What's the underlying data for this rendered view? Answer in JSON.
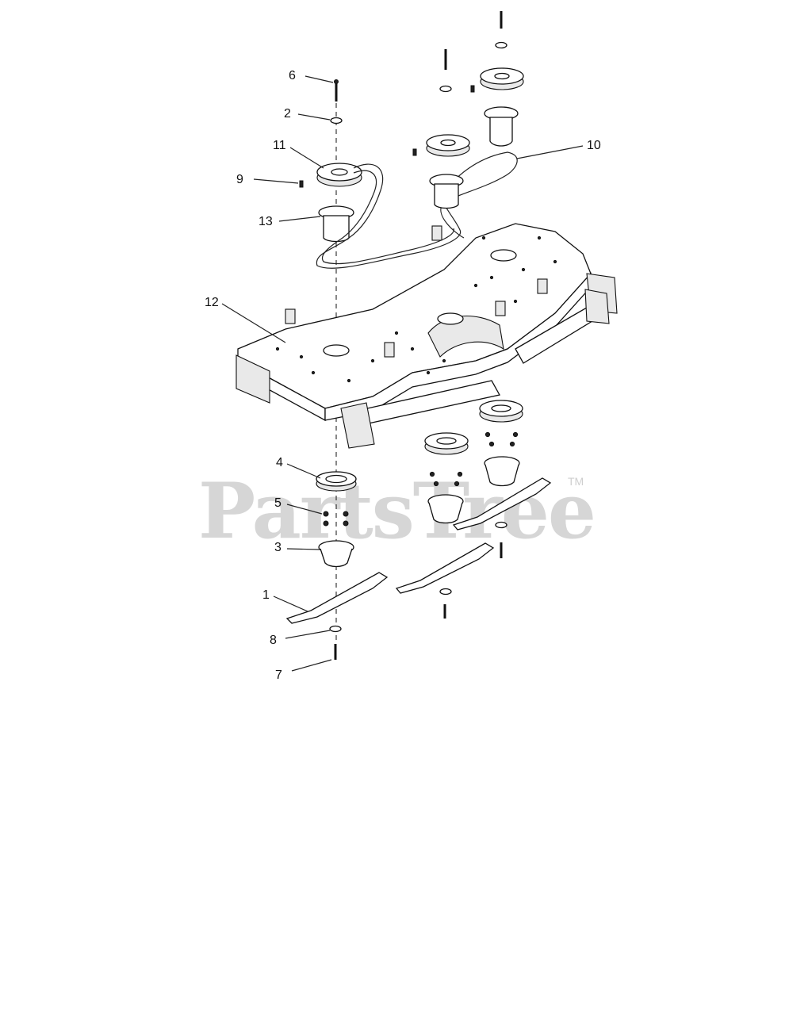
{
  "watermark": {
    "brand": "PartsTree",
    "trademark": "TM"
  },
  "callouts": [
    {
      "id": "1",
      "label": "1"
    },
    {
      "id": "2",
      "label": "2"
    },
    {
      "id": "3",
      "label": "3"
    },
    {
      "id": "4",
      "label": "4"
    },
    {
      "id": "5",
      "label": "5"
    },
    {
      "id": "6",
      "label": "6"
    },
    {
      "id": "7",
      "label": "7"
    },
    {
      "id": "8",
      "label": "8"
    },
    {
      "id": "9",
      "label": "9"
    },
    {
      "id": "10",
      "label": "10"
    },
    {
      "id": "11",
      "label": "11"
    },
    {
      "id": "12",
      "label": "12"
    },
    {
      "id": "13",
      "label": "13"
    }
  ],
  "colors": {
    "line": "#111111",
    "watermark": "#d6d6d6",
    "background": "#ffffff"
  }
}
